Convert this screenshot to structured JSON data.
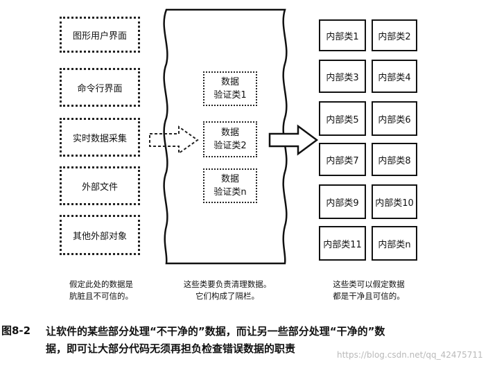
{
  "left_sources": [
    "图形用户界面",
    "命令行界面",
    "实时数据采集",
    "外部文件",
    "其他外部对象"
  ],
  "validators": [
    {
      "line1": "数据",
      "line2": "验证类1"
    },
    {
      "line1": "数据",
      "line2": "验证类2"
    },
    {
      "line1": "数据",
      "line2": "验证类n"
    }
  ],
  "internal_classes": [
    "内部类1",
    "内部类2",
    "内部类3",
    "内部类4",
    "内部类5",
    "内部类6",
    "内部类7",
    "内部类8",
    "内部类9",
    "内部类10",
    "内部类11",
    "内部类n"
  ],
  "captions": {
    "left_line1": "假定此处的数据是",
    "left_line2": "肮脏且不可信的。",
    "middle_line1": "这些类要负责清理数据。",
    "middle_line2": "它们构成了隔栏。",
    "right_line1": "这些类可以假定数据",
    "right_line2": "都是干净且可信的。"
  },
  "figure": {
    "label": "图8-2",
    "line1": "让软件的某些部分处理“不干净的”数据，而让另一些部分处理“干净的”数",
    "line2": "据，即可让大部分代码无须再担负检查错误数据的职责"
  },
  "watermark": "https://blog.csdn.net/qq_42475711"
}
